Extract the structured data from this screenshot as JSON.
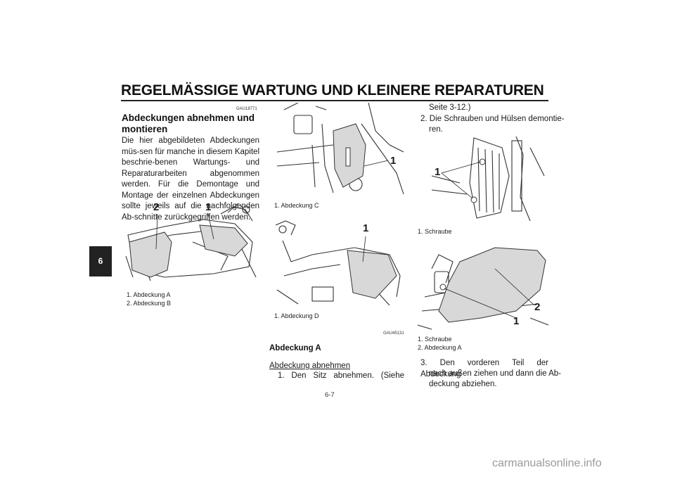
{
  "header": {
    "title": "REGELMÄSSIGE WARTUNG UND KLEINERE REPARATUREN"
  },
  "chapter_tab": "6",
  "page_number": "6-7",
  "left_column": {
    "code": "GAU18771",
    "heading_line1": "Abdeckungen abnehmen und",
    "heading_line2": "montieren",
    "paragraph": "Die hier abgebildeten Abdeckungen müs-sen für manche in diesem Kapitel beschrie-benen Wartungs- und Reparaturarbeiten abgenommen werden. Für die Demontage und Montage der einzelnen Abdeckungen sollte jeweils auf die nachfolgenden Ab-schnitte zurückgegriffen werden.",
    "figure": {
      "callout_1": "1",
      "callout_2": "2"
    },
    "captions": [
      "1. Abdeckung A",
      "2. Abdeckung B"
    ]
  },
  "middle_column": {
    "figure_top": {
      "callout_1": "1"
    },
    "caption_top": "1. Abdeckung C",
    "figure_bottom": {
      "callout_1": "1"
    },
    "caption_bottom": "1. Abdeckung D",
    "code": "GAU45131",
    "section_title": "Abdeckung A",
    "subsection": "Abdeckung abnehmen",
    "step1": "1. Den Sitz abnehmen. (Siehe"
  },
  "right_column": {
    "step1_cont": "Seite 3-12.)",
    "step2_line1": "2. Die Schrauben und Hülsen demontie-",
    "step2_line2": "ren.",
    "figure_top": {
      "callout_1": "1"
    },
    "caption_top": "1. Schraube",
    "figure_bottom": {
      "callout_1": "1",
      "callout_2": "2"
    },
    "captions_bottom": [
      "1. Schraube",
      "2. Abdeckung A"
    ],
    "step3_line1": "3. Den vorderen Teil der Abdeckung",
    "step3_line2": "nach außen ziehen und dann die Ab-",
    "step3_line3": "deckung abziehen."
  },
  "footer": {
    "watermark": "carmanualsonline.info"
  }
}
